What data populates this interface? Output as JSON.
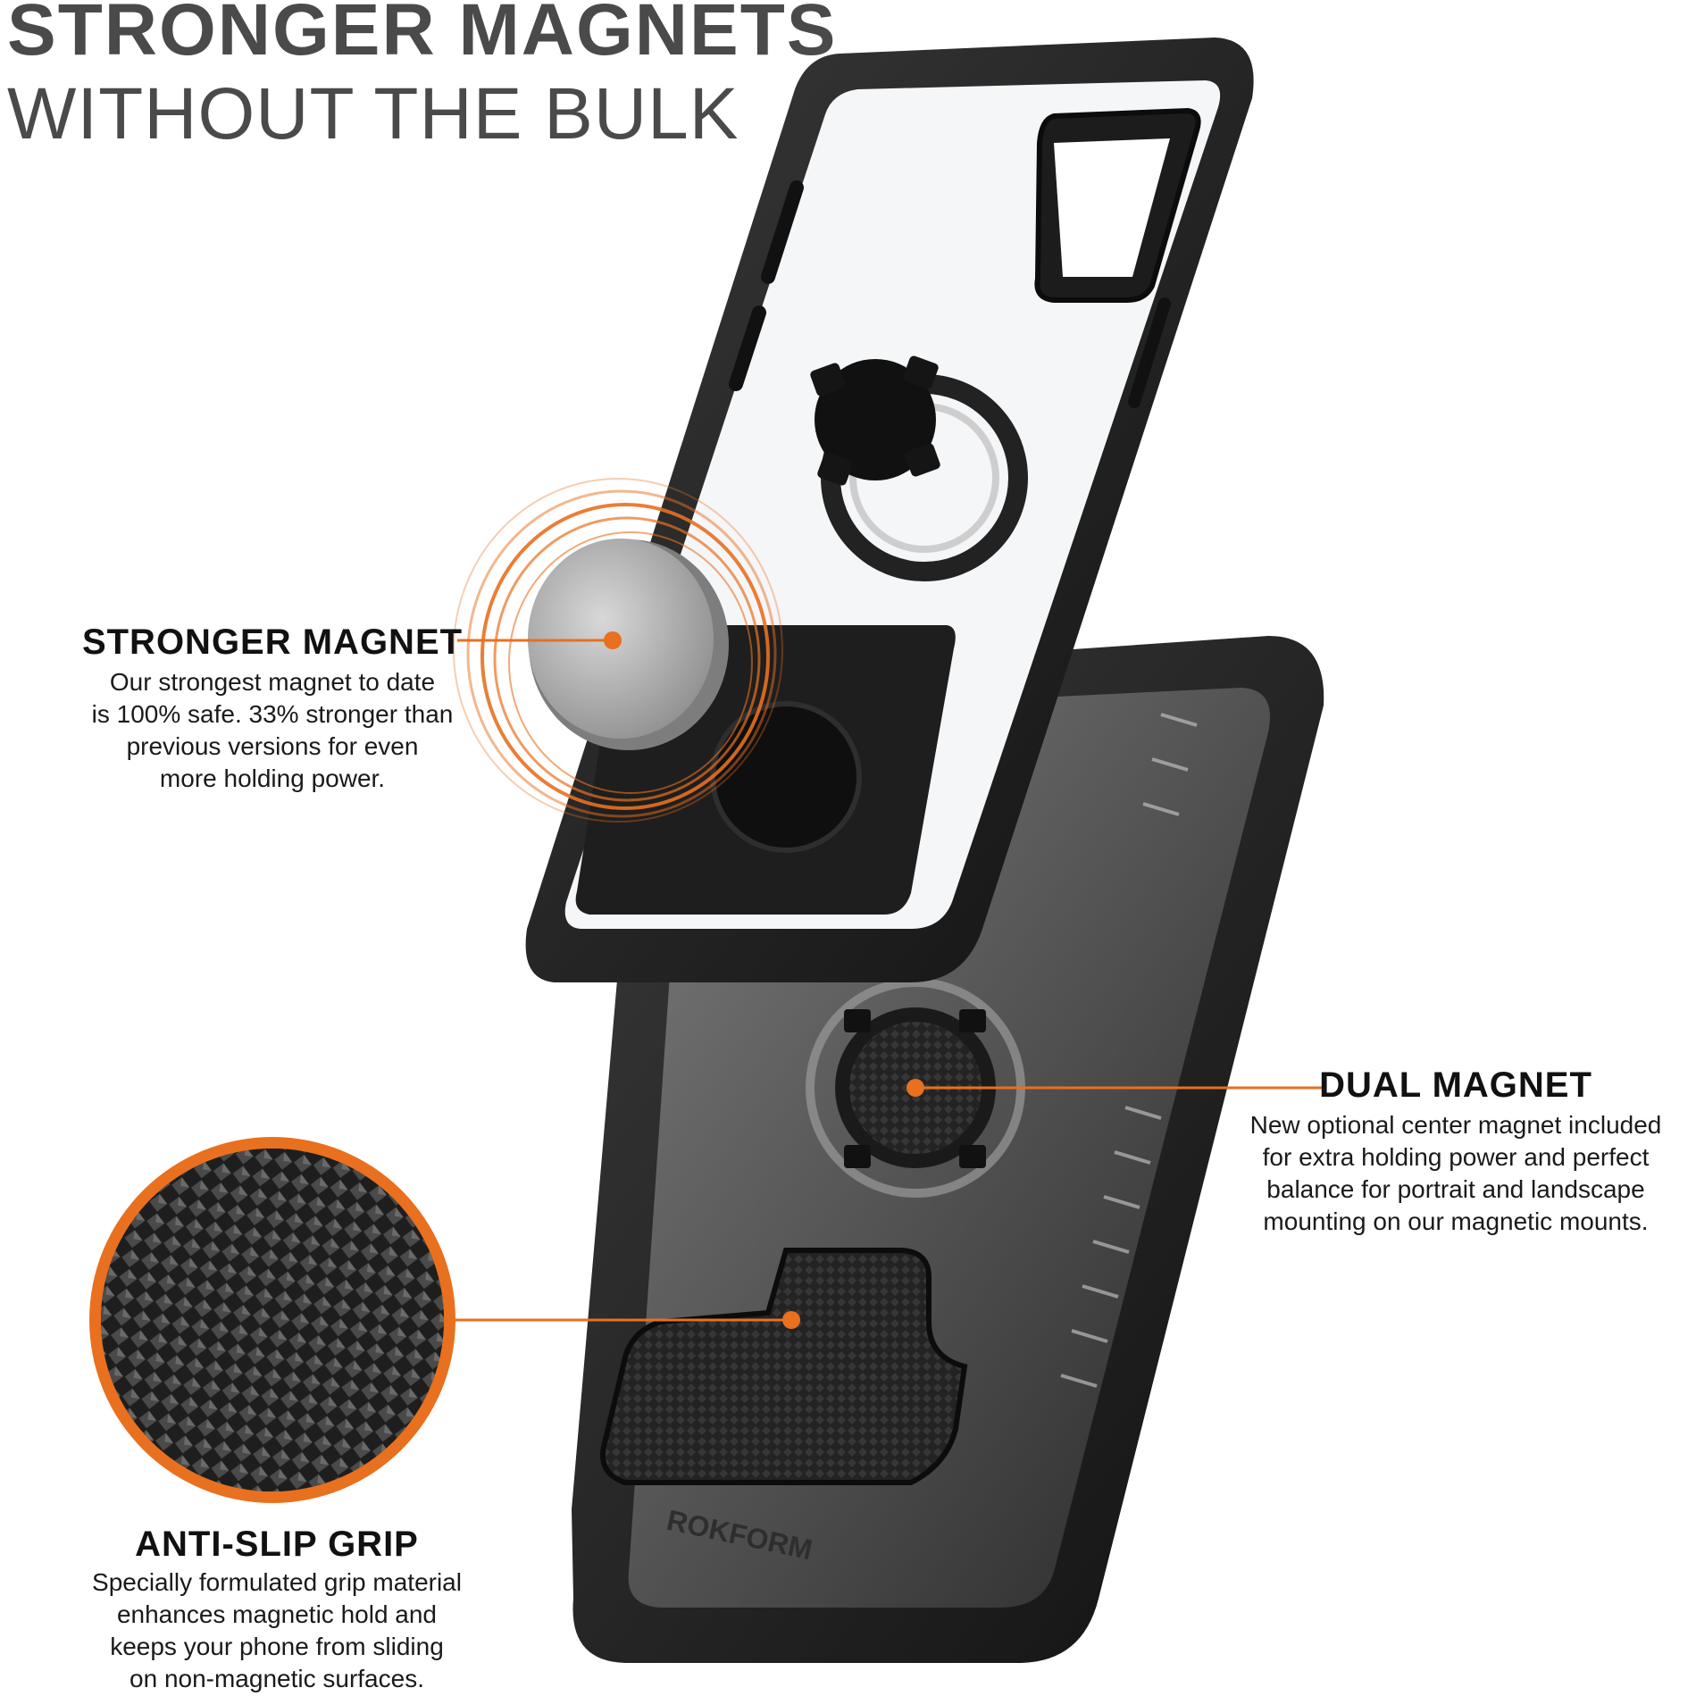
{
  "headline": {
    "line1": "STRONGER MAGNETS",
    "line2": "WITHOUT THE BULK"
  },
  "callouts": {
    "stronger_magnet": {
      "title": "STRONGER MAGNET",
      "body": "Our strongest magnet to date\nis 100% safe. 33% stronger than\nprevious versions for even\nmore holding power."
    },
    "dual_magnet": {
      "title": "DUAL MAGNET",
      "body": "New optional center magnet included\nfor extra holding power and perfect\nbalance for portrait and landscape\nmounting on our magnetic mounts."
    },
    "anti_slip_grip": {
      "title": "ANTI-SLIP GRIP",
      "body": "Specially formulated grip material\nenhances magnetic hold and\nkeeps your phone from sliding\non non-magnetic surfaces."
    }
  },
  "brand_mark": "ROKFORM",
  "colors": {
    "accent": "#e8701f",
    "headline": "#4a4a4a",
    "case_dark": "#1c1c1c"
  }
}
